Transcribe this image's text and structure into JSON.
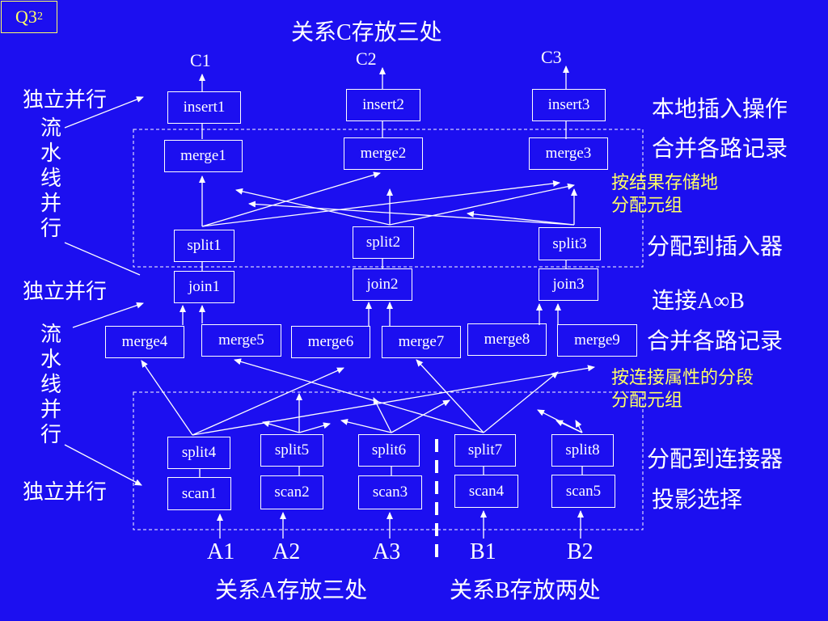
{
  "corner": {
    "text": "Q3",
    "sup": "2"
  },
  "title_c": "关系C存放三处",
  "outputs": [
    "C1",
    "C2",
    "C3"
  ],
  "inserts": [
    "insert1",
    "insert2",
    "insert3"
  ],
  "merges_top": [
    "merge1",
    "merge2",
    "merge3"
  ],
  "splits_top": [
    "split1",
    "split2",
    "split3"
  ],
  "joins": [
    "join1",
    "join2",
    "join3"
  ],
  "merges_bottom": [
    "merge4",
    "merge5",
    "merge6",
    "merge7",
    "merge8",
    "merge9"
  ],
  "splits_bottom": [
    "split4",
    "split5",
    "split6",
    "split7",
    "split8"
  ],
  "scans": [
    "scan1",
    "scan2",
    "scan3",
    "scan4",
    "scan5"
  ],
  "inputs": [
    "A1",
    "A2",
    "A3",
    "B1",
    "B2"
  ],
  "left_labels": {
    "independent": "独立并行",
    "pipeline": "流水线并行"
  },
  "right_labels": {
    "local_insert": "本地插入操作",
    "merge_records": "合并各路记录",
    "distribute_by_result": "按结果存储地分配元组",
    "distribute_to_inserter": "分配到插入器",
    "join_ab": "连接A∞B",
    "distribute_by_join_attr": "按连接属性的分段分配元组",
    "distribute_to_joiner": "分配到连接器",
    "projection_selection": "投影选择"
  },
  "bottom_captions": {
    "relation_a": "关系A存放三处",
    "relation_b": "关系B存放两处"
  }
}
